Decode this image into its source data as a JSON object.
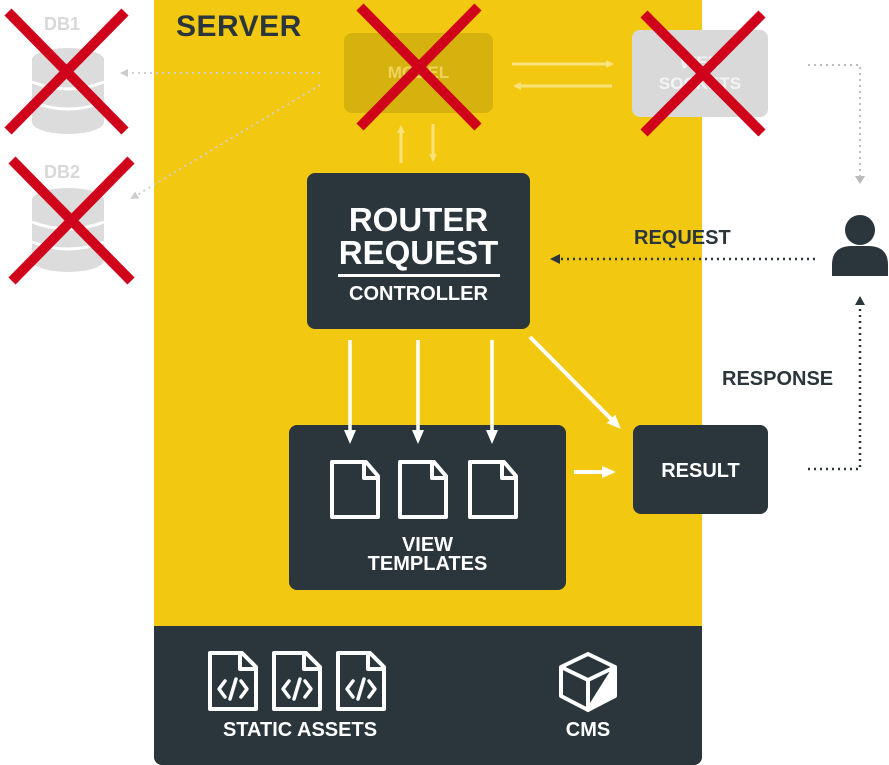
{
  "server": {
    "title": "SERVER",
    "color": "#f2c811"
  },
  "dark_color": "#2a363b",
  "cross_color": "#d0021b",
  "databases": [
    {
      "label": "DB1",
      "status": "disabled"
    },
    {
      "label": "DB2",
      "status": "disabled"
    }
  ],
  "model": {
    "label": "MODEL",
    "status": "disabled"
  },
  "websockets": {
    "label_line1": "WEB",
    "label_line2": "SOCKETS",
    "status": "disabled"
  },
  "router": {
    "line1": "ROUTER",
    "line2": "REQUEST",
    "line3": "CONTROLLER"
  },
  "view_templates": {
    "line1": "VIEW",
    "line2": "TEMPLATES",
    "icon": "document-icon",
    "count": 3
  },
  "result": {
    "label": "RESULT"
  },
  "user": {
    "icon": "user-icon"
  },
  "edges": {
    "request": "REQUEST",
    "response": "RESPONSE"
  },
  "footer": {
    "static_assets": {
      "label": "STATIC ASSETS",
      "icon": "code-file-icon",
      "count": 3
    },
    "cms": {
      "label": "CMS",
      "icon": "cube-icon"
    }
  }
}
